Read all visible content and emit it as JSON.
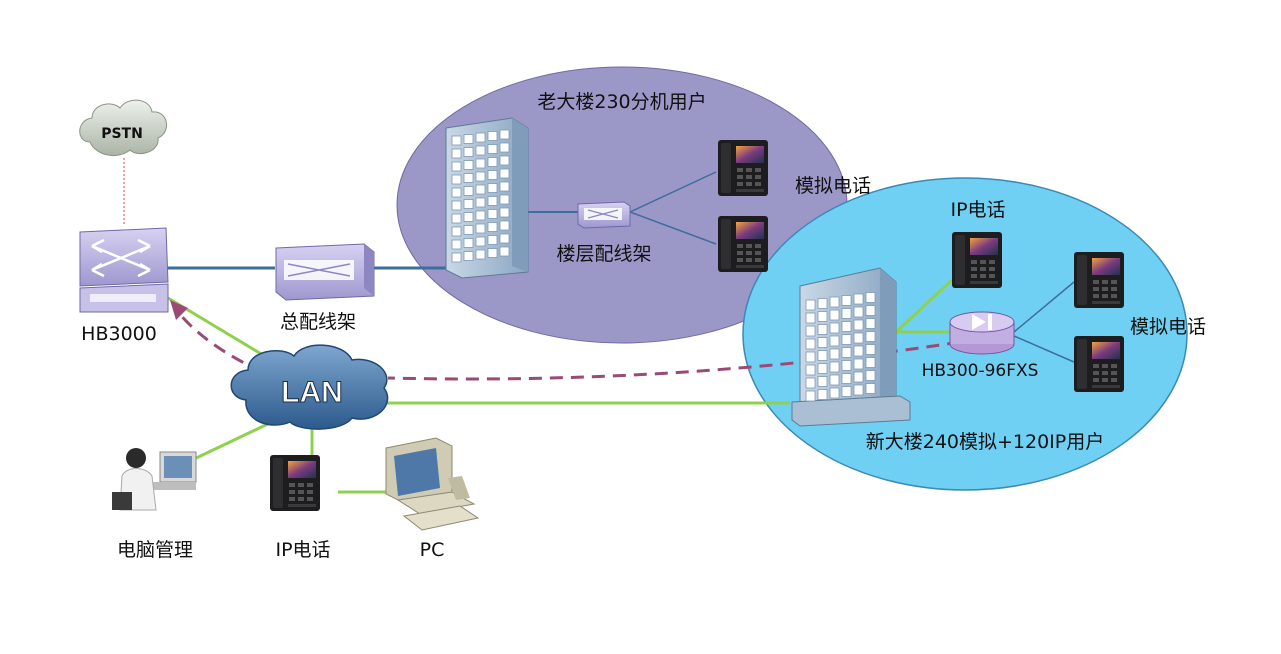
{
  "nodes": {
    "pstn": "PSTN",
    "hb3000": "HB3000",
    "main_frame": "总配线架",
    "lan": "LAN",
    "pc_mgmt": "电脑管理",
    "ip_phone_lan": "IP电话",
    "pc": "PC",
    "old_building_title": "老大楼230分机用户",
    "floor_frame": "楼层配线架",
    "old_analog_phones": "模拟电话",
    "new_ip_phone": "IP电话",
    "hb300": "HB300-96FXS",
    "new_analog_phones": "模拟电话",
    "new_building_title": "新大楼240模拟+120IP用户"
  },
  "colors": {
    "old_zone_fill": "#9b98c8",
    "new_zone_fill": "#6fd0f4",
    "trunk_line": "#3d6e9c",
    "lan_line": "#8fd14f",
    "dashed_link": "#9a4a74",
    "pstn_link": "#e26a5a",
    "device_purple": "#b9b3e0",
    "building_blue": "#9fb7cf"
  }
}
